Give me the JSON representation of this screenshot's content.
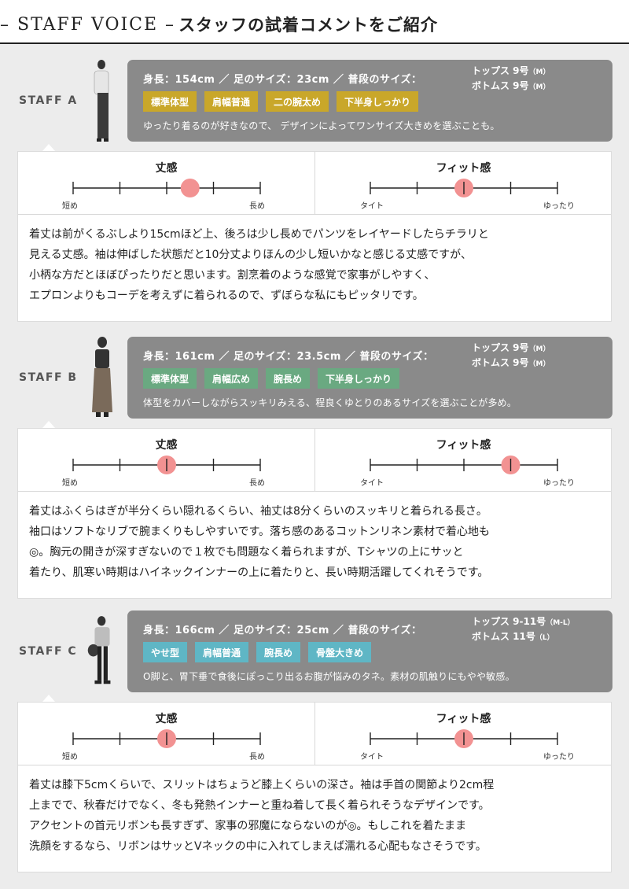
{
  "header": {
    "title_en": "– STAFF VOICE –",
    "title_jp": "スタッフの試着コメントをご紹介"
  },
  "colors": {
    "yellow_tag": "#c9a72a",
    "green_tag": "#6aa981",
    "blue_tag": "#5fb6c5",
    "marker": "#f29292"
  },
  "scale_labels": {
    "length_title": "丈感",
    "length_min": "短め",
    "length_max": "長め",
    "fit_title": "フィット感",
    "fit_min": "タイト",
    "fit_max": "ゆったり"
  },
  "staff": [
    {
      "label": "STAFF A",
      "measurements": "身長：154cm ／ 足のサイズ：23cm ／ 普段のサイズ：",
      "tops": "トップス 9号",
      "tops_note": "（M）",
      "bottoms": "ボトムス 9号",
      "bottoms_note": "（M）",
      "tag_color": "yellow",
      "tags": [
        "標準体型",
        "肩幅普通",
        "二の腕太め",
        "下半身しっかり"
      ],
      "description": "ゆったり着るのが好きなので、 デザインによってワンサイズ大きめを選ぶことも。",
      "length_level": 2.5,
      "fit_level": 2,
      "comment": [
        "着丈は前がくるぶしより15cmほど上、後ろは少し長めでパンツをレイヤードしたらチラリと",
        "見える丈感。袖は伸ばした状態だと10分丈よりほんの少し短いかなと感じる丈感ですが、",
        "小柄な方だとほぼぴったりだと思います。割烹着のような感覚で家事がしやすく、",
        "エプロンよりもコーデを考えずに着られるので、ずぼらな私にもピッタリです。"
      ]
    },
    {
      "label": "STAFF B",
      "measurements": "身長：161cm ／ 足のサイズ：23.5cm ／ 普段のサイズ：",
      "tops": "トップス 9号",
      "tops_note": "（M）",
      "bottoms": "ボトムス 9号",
      "bottoms_note": "（M）",
      "tag_color": "green",
      "tags": [
        "標準体型",
        "肩幅広め",
        "腕長め",
        "下半身しっかり"
      ],
      "description": "体型をカバーしながらスッキリみえる、程良くゆとりのあるサイズを選ぶことが多め。",
      "length_level": 2,
      "fit_level": 3,
      "comment": [
        "着丈はふくらはぎが半分くらい隠れるくらい、袖丈は8分くらいのスッキリと着られる長さ。",
        "袖口はソフトなリブで腕まくりもしやすいです。落ち感のあるコットンリネン素材で着心地も",
        "◎。胸元の開きが深すぎないので１枚でも問題なく着られますが、Tシャツの上にサッと",
        "着たり、肌寒い時期はハイネックインナーの上に着たりと、長い時期活躍してくれそうです。"
      ]
    },
    {
      "label": "STAFF C",
      "measurements": "身長：166cm ／ 足のサイズ：25cm ／ 普段のサイズ：",
      "tops": "トップス 9-11号",
      "tops_note": "（M-L）",
      "bottoms": "ボトムス 11号",
      "bottoms_note": "（L）",
      "tag_color": "blue",
      "tags": [
        "やせ型",
        "肩幅普通",
        "腕長め",
        "骨盤大きめ"
      ],
      "description": "O脚と、胃下垂で食後にぽっこり出るお腹が悩みのタネ。素材の肌触りにもやや敏感。",
      "length_level": 2,
      "fit_level": 2,
      "comment": [
        "着丈は膝下5cmくらいで、スリットはちょうど膝上くらいの深さ。袖は手首の関節より2cm程",
        "上までで、秋春だけでなく、冬も発熱インナーと重ね着して長く着られそうなデザインです。",
        "アクセントの首元リボンも長すぎず、家事の邪魔にならないのが◎。もしこれを着たまま",
        "洗顔をするなら、リボンはサッとVネックの中に入れてしまえば濡れる心配もなさそうです。"
      ]
    }
  ]
}
